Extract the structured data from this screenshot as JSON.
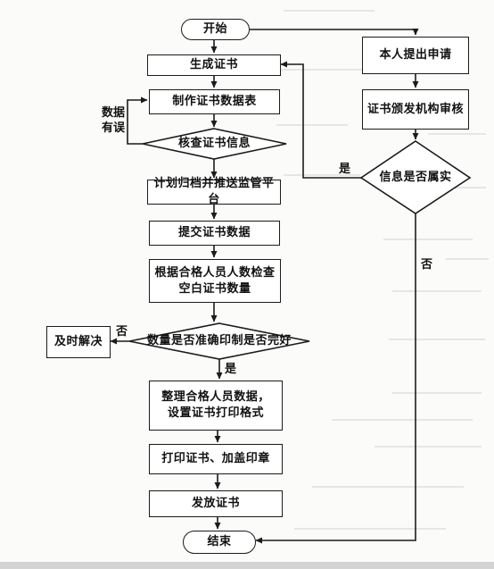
{
  "flowchart": {
    "start": "开始",
    "generate": "生成证书",
    "make_table": "制作证书数据表",
    "check_info": "核查证书信息",
    "archive_push": "计划归档并推送监管平台",
    "submit_data": "提交证书数据",
    "check_blank": [
      "根据合格人员人数检查",
      "空白证书数量"
    ],
    "print_check": "数量是否准确印制是否完好",
    "timely_fix": "及时解决",
    "organize": [
      "整理合格人员数据，",
      "设置证书打印格式"
    ],
    "print_seal": "打印证书、加盖印章",
    "issue": "发放证书",
    "end": "结束",
    "apply": "本人提出申请",
    "review": "证书颁发机构审核",
    "info_true": "信息是否属实"
  },
  "labels": {
    "data_error": [
      "数据",
      "有误"
    ],
    "yes_info": "是",
    "no_info": "否",
    "no_print": "否",
    "yes_print": "是"
  },
  "colors": {
    "ink": "#1b1b1b",
    "paper": "#fbfbfa",
    "footer": "#d4d4d4"
  }
}
